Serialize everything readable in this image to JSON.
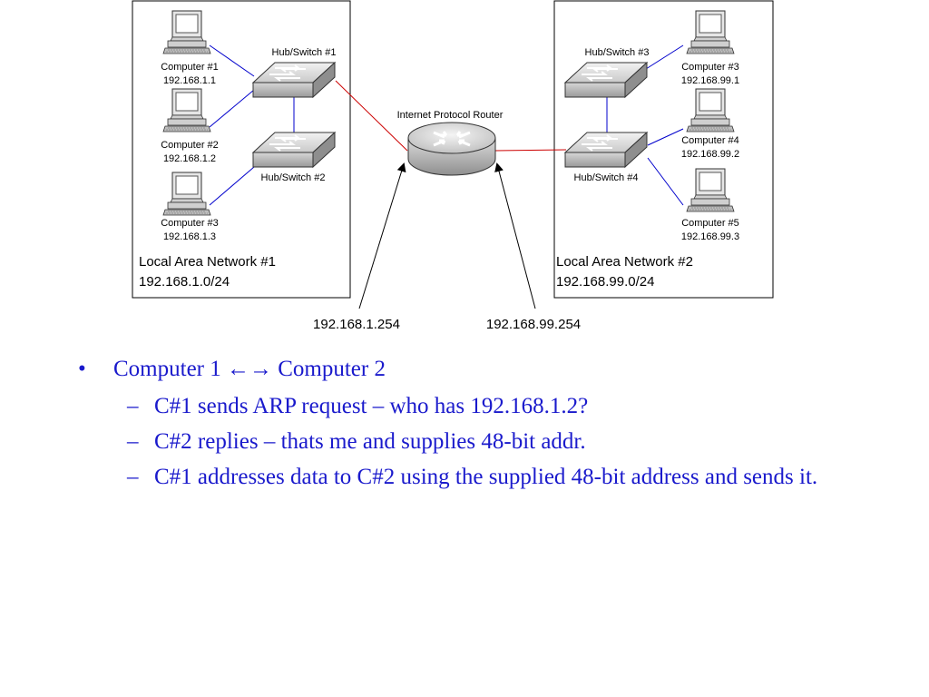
{
  "diagram": {
    "lan1": {
      "name": "Local Area Network #1",
      "subnet": "192.168.1.0/24",
      "computers": [
        {
          "name": "Computer #1",
          "ip": "192.168.1.1"
        },
        {
          "name": "Computer #2",
          "ip": "192.168.1.2"
        },
        {
          "name": "Computer #3",
          "ip": "192.168.1.3"
        }
      ],
      "switches": [
        "Hub/Switch #1",
        "Hub/Switch #2"
      ]
    },
    "lan2": {
      "name": "Local Area Network #2",
      "subnet": "192.168.99.0/24",
      "computers": [
        {
          "name": "Computer #3",
          "ip": "192.168.99.1"
        },
        {
          "name": "Computer #4",
          "ip": "192.168.99.2"
        },
        {
          "name": "Computer #5",
          "ip": "192.168.99.3"
        }
      ],
      "switches": [
        "Hub/Switch #3",
        "Hub/Switch #4"
      ]
    },
    "router": {
      "label": "Internet Protocol Router",
      "interface_left": "192.168.1.254",
      "interface_right": "192.168.99.254"
    },
    "colors": {
      "lan_link": "#0000cc",
      "router_link": "#cc0000"
    }
  },
  "bullets": {
    "main": {
      "marker": "•",
      "text": "Computer 1 ←→ Computer 2"
    },
    "sub": [
      {
        "marker": "–",
        "text": "C#1 sends ARP request – who has 192.168.1.2?"
      },
      {
        "marker": "–",
        "text": "C#2 replies – thats me and supplies 48-bit addr."
      },
      {
        "marker": "–",
        "text": "C#1 addresses data to C#2 using the supplied 48-bit address and sends it."
      }
    ]
  }
}
